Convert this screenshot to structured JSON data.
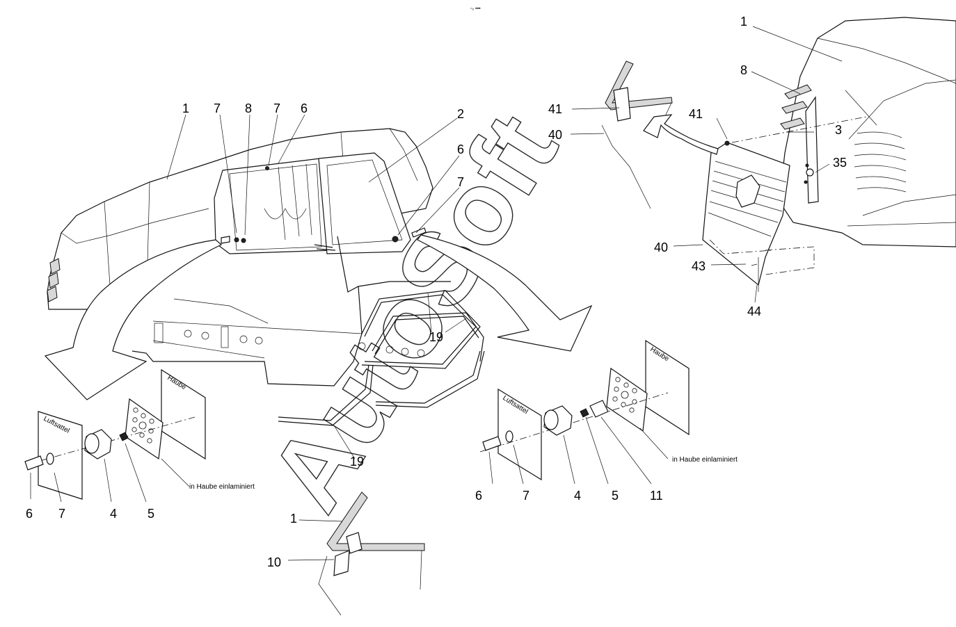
{
  "header": {
    "code": "▫₂ ▪▪▪"
  },
  "watermark": "AutoSoft",
  "callouts": {
    "main_1": "1",
    "main_7a": "7",
    "main_8": "8",
    "main_7b": "7",
    "main_6a": "6",
    "main_2": "2",
    "main_6b": "6",
    "main_7c": "7",
    "main_19a": "19",
    "main_19b": "19",
    "left_6": "6",
    "left_7": "7",
    "left_4": "4",
    "left_5": "5",
    "right_6": "6",
    "right_7": "7",
    "right_4": "4",
    "right_5": "5",
    "right_11": "11",
    "detail_1": "1",
    "detail_10": "10",
    "ur_1": "1",
    "ur_8": "8",
    "ur_3": "3",
    "ur_41a": "41",
    "ur_41b": "41",
    "ur_40a": "40",
    "ur_40b": "40",
    "ur_35": "35",
    "ur_43": "43",
    "ur_44": "44"
  },
  "plate_labels": {
    "left_luftsattel": "Luftsattel",
    "left_haube": "Haube",
    "left_note": "in Haube einlaminiert",
    "right_luftsattel": "Luftsattel",
    "right_haube": "Haube",
    "right_note": "in Haube einlaminiert"
  }
}
